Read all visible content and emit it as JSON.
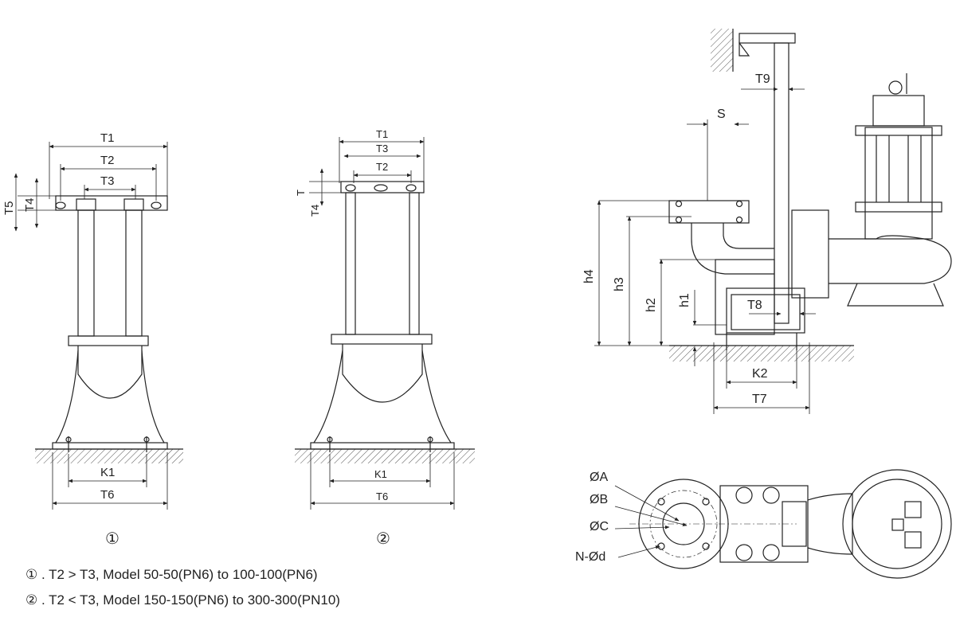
{
  "fig1": {
    "T1": "T1",
    "T2": "T2",
    "T3": "T3",
    "T4": "T4",
    "T5": "T5",
    "K1": "K1",
    "T6": "T6",
    "caption": "①"
  },
  "fig2": {
    "T1": "T1",
    "T3": "T3",
    "T2": "T2",
    "T": "T",
    "T4": "T4",
    "K1": "K1",
    "T6": "T6",
    "caption": "②"
  },
  "side": {
    "T9": "T9",
    "S": "S",
    "h4": "h4",
    "h3": "h3",
    "h2": "h2",
    "h1": "h1",
    "T8": "T8",
    "K2": "K2",
    "T7": "T7"
  },
  "plan": {
    "A": "ØA",
    "B": "ØB",
    "C": "ØC",
    "Nd": "N-Ød"
  },
  "notes": [
    "① . T2 > T3,  Model 50-50(PN6) to 100-100(PN6)",
    "② . T2 < T3,  Model 150-150(PN6) to 300-300(PN10)"
  ]
}
